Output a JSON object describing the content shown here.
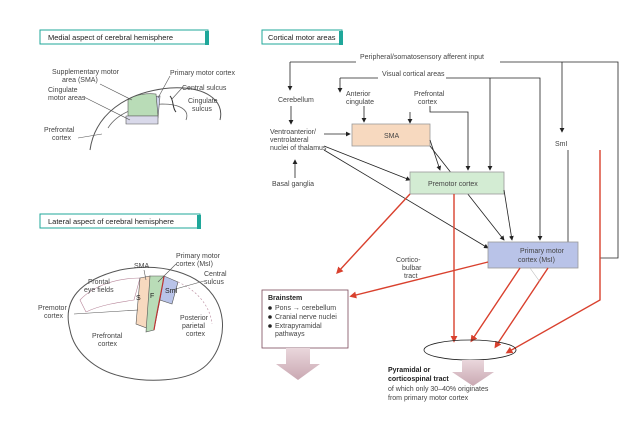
{
  "panels": {
    "medial_title": "Medial aspect of cerebral hemisphere",
    "lateral_title": "Lateral aspect of cerebral hemisphere",
    "cortical_title": "Cortical motor areas"
  },
  "medial": {
    "sma": [
      "Supplementary motor",
      "area (SMA)"
    ],
    "cingulate_motor": [
      "Cingulate",
      "motor areas"
    ],
    "primary_motor": "Primary motor cortex",
    "central_sulcus": "Central sulcus",
    "cingulate_sulcus": [
      "Cingulate",
      "sulcus"
    ],
    "prefrontal": [
      "Prefrontal",
      "cortex"
    ]
  },
  "lateral": {
    "sma": "SMA",
    "primary_motor": [
      "Primary motor",
      "cortex (MsI)"
    ],
    "central_sulcus": [
      "Central",
      "sulcus"
    ],
    "frontal_eye": [
      "Frontal",
      "eye fields"
    ],
    "premotor": [
      "Premotor",
      "cortex"
    ],
    "prefrontal": [
      "Prefrontal",
      "cortex"
    ],
    "posterior_parietal": [
      "Posterior",
      "parietal",
      "cortex"
    ],
    "region_s": "S",
    "region_f": "F",
    "region_sm": "SmI"
  },
  "flow": {
    "peripheral": "Peripheral/somatosensory afferent input",
    "visual": "Visual cortical areas",
    "cerebellum": "Cerebellum",
    "anterior_cingulate": [
      "Anterior",
      "cingulate"
    ],
    "prefrontal": [
      "Prefrontal",
      "cortex"
    ],
    "thalamus": [
      "Ventroanterior/",
      "ventrolateral",
      "nuclei of thalamus"
    ],
    "basal_ganglia": "Basal ganglia",
    "sma_box": "SMA",
    "premotor_box": "Premotor cortex",
    "primary_box": [
      "Primary motor",
      "cortex (MsI)"
    ],
    "smi": "SmI",
    "corticobulbar": [
      "Cortico-",
      "bulbar",
      "tract"
    ],
    "brainstem_title": "Brainstem",
    "brainstem_items": [
      "Pons → cerebellum",
      "Cranial nerve nuclei",
      "Extrapyramidal",
      "pathways"
    ],
    "pyramidal_title": [
      "Pyramidal or",
      "corticospinal tract"
    ],
    "pyramidal_note": [
      "of which only 30–40% originates",
      "from primary motor cortex"
    ]
  },
  "colors": {
    "teal": "#1fa79a",
    "sma_fill": "#f7d9bf",
    "premotor_fill": "#d3ecd3",
    "primary_fill": "#b9c3e8",
    "red_arrow": "#d9412e"
  }
}
